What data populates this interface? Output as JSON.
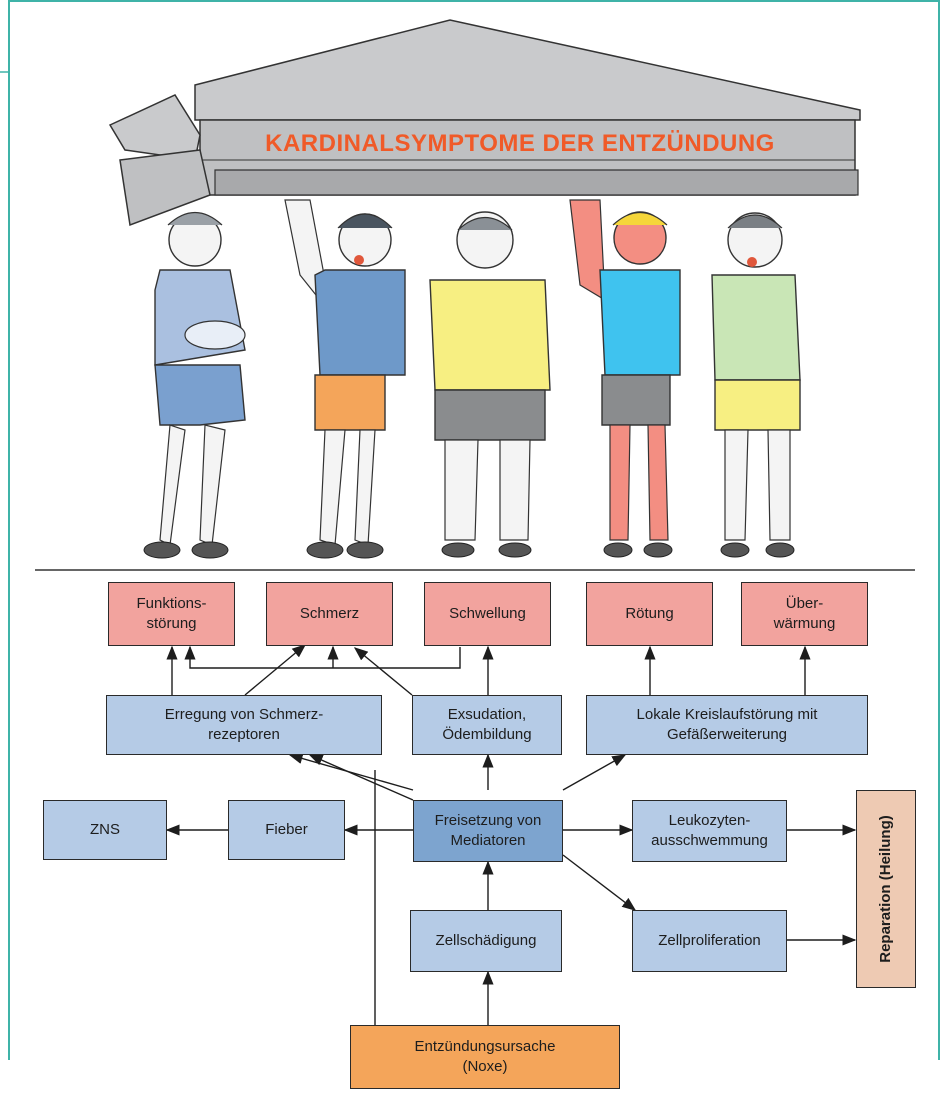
{
  "title": "KARDINALSYMPTOME DER ENTZÜNDUNG",
  "symptoms": [
    {
      "label": "Funktions-\nstörung"
    },
    {
      "label": "Schmerz"
    },
    {
      "label": "Schwellung"
    },
    {
      "label": "Rötung"
    },
    {
      "label": "Über-\nwärmung"
    }
  ],
  "mechanisms": {
    "pain_receptors": "Erregung von Schmerz-\nrezeptoren",
    "exudation": "Exsudation,\nÖdembildung",
    "circulation": "Lokale Kreislaufstörung mit\nGefäßerweiterung"
  },
  "center": {
    "mediators": "Freisetzung von\nMediatoren",
    "fever": "Fieber",
    "cns": "ZNS",
    "leukocytes": "Leukozyten-\nausschwemmung",
    "cell_damage": "Zellschädigung",
    "proliferation": "Zellproliferation",
    "cause": "Entzündungsursache\n(Noxe)",
    "repair": "Reparation (Heilung)"
  },
  "colors": {
    "symptom_fill": "#f2a39e",
    "mechanism_fill": "#b5cbe6",
    "mediator_fill": "#7da4cf",
    "cause_fill": "#f4a55a",
    "repair_fill": "#eecab3",
    "title_color": "#f05a28",
    "frame_color": "#3fb3a8"
  },
  "illustration": {
    "description_icons": [
      "temple-roof-icon",
      "broken-column-icon",
      "child-figure-icon"
    ]
  }
}
